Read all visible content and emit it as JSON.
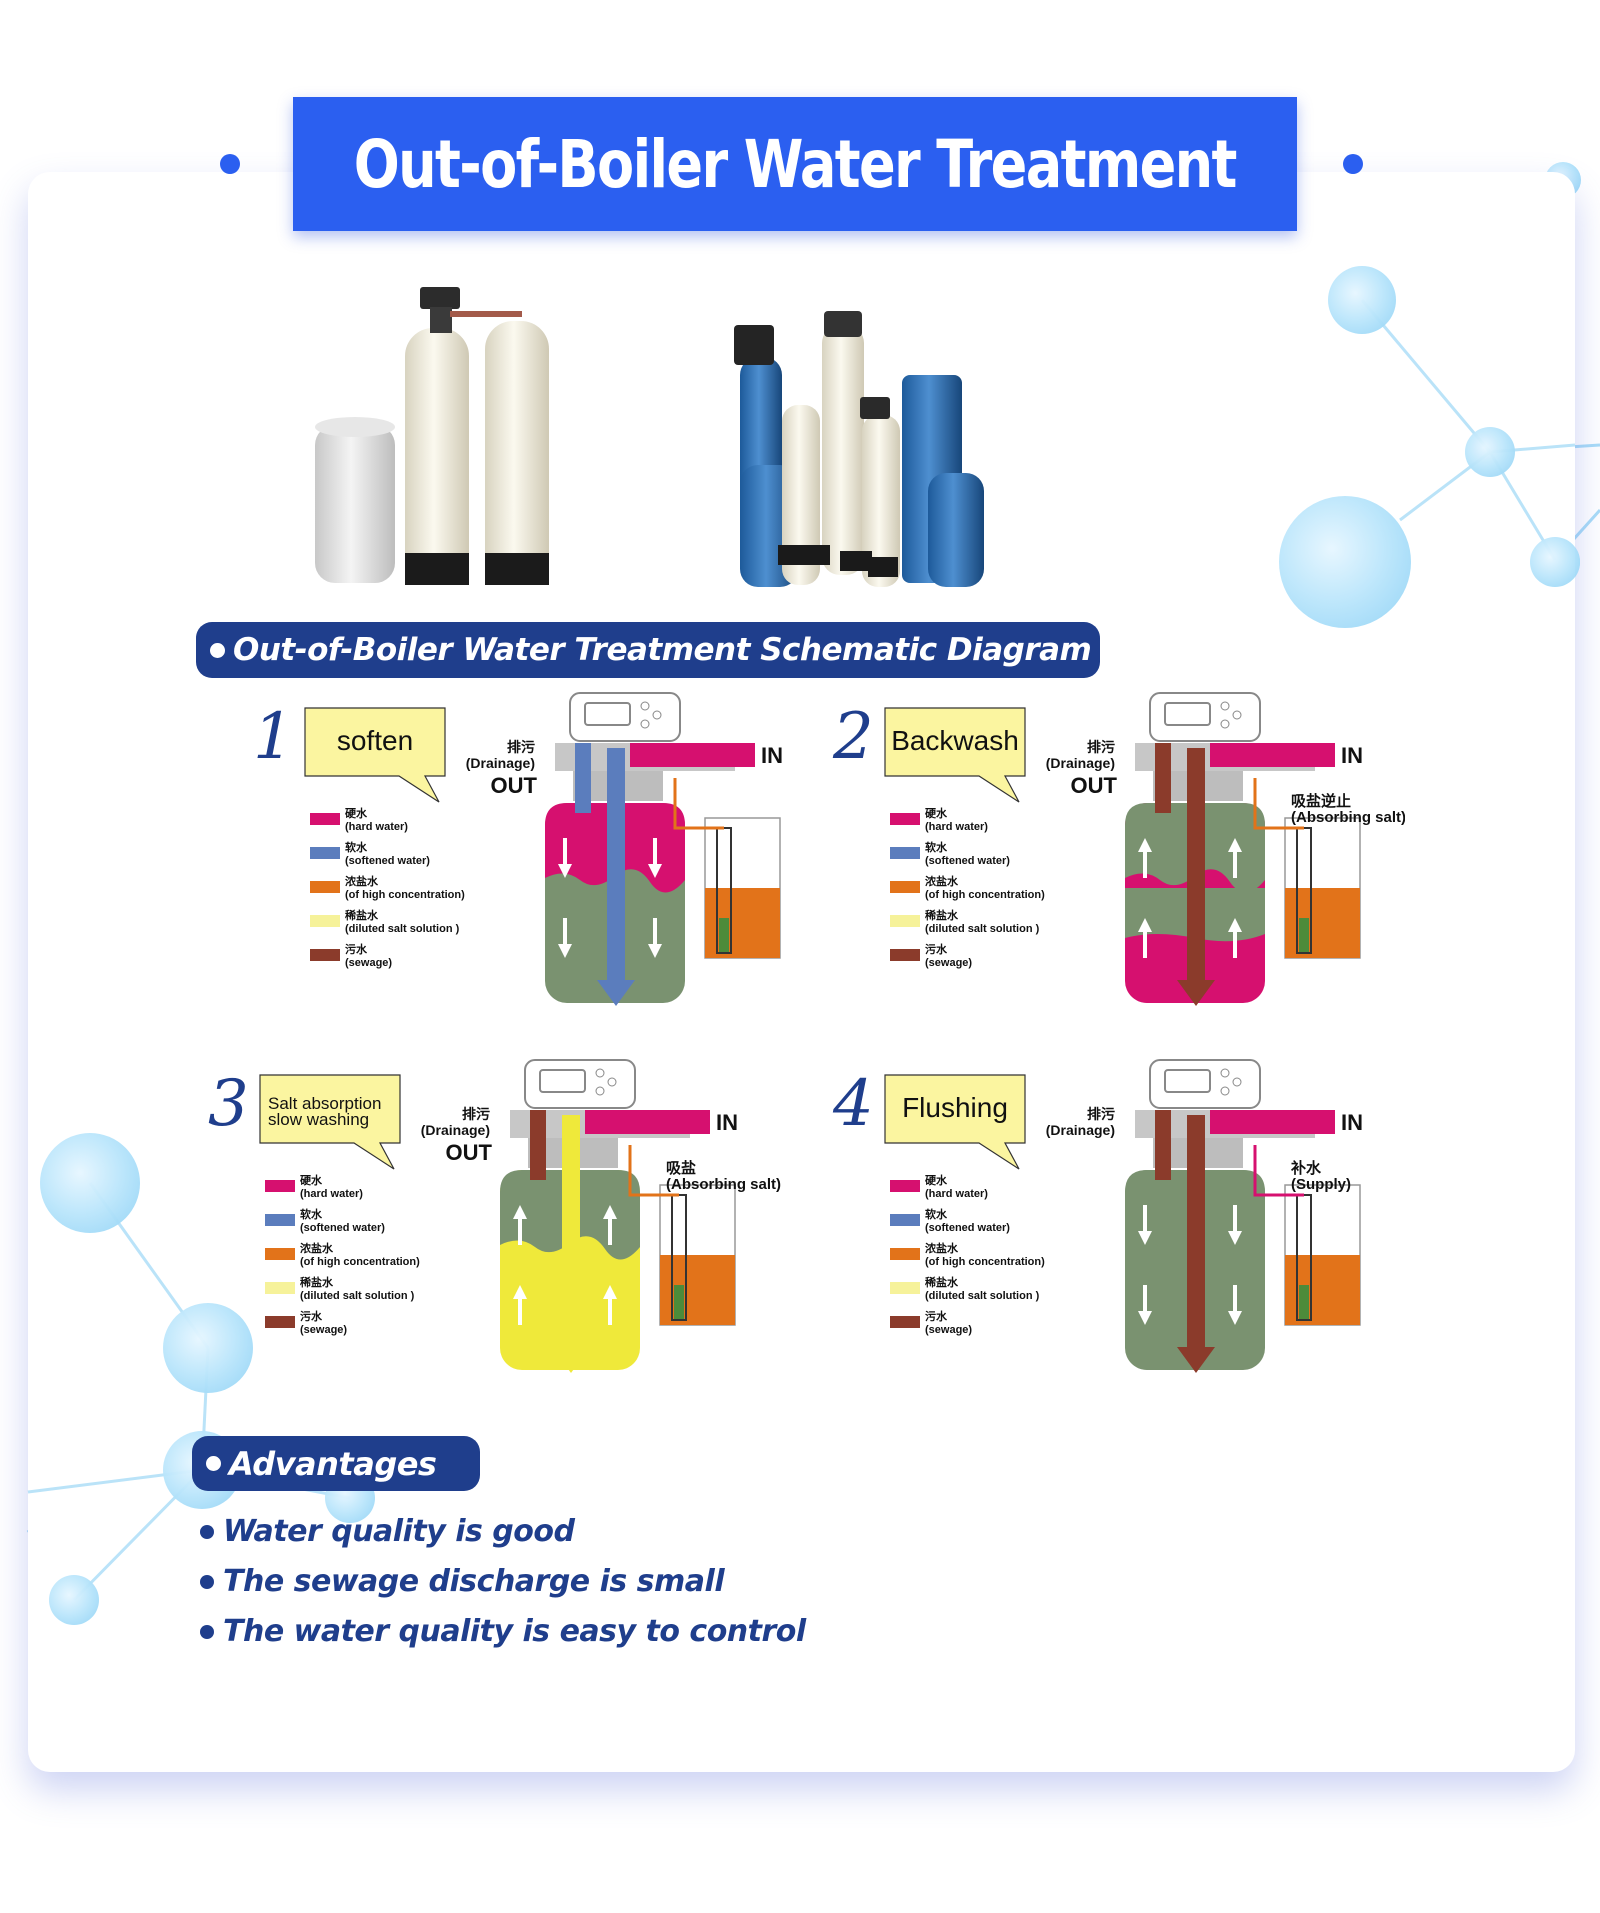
{
  "header": {
    "title": "Out-of-Boiler Water Treatment"
  },
  "schematic": {
    "heading": "Out-of-Boiler Water Treatment Schematic Diagram",
    "legend": [
      {
        "cn": "硬水",
        "en": "(hard water)",
        "color": "#d6106f"
      },
      {
        "cn": "软水",
        "en": "(softened water)",
        "color": "#5b7dbd"
      },
      {
        "cn": "浓盐水",
        "en": "(of high concentration)",
        "color": "#e2731a"
      },
      {
        "cn": "稀盐水",
        "en": "(diluted salt solution )",
        "color": "#f6f29a"
      },
      {
        "cn": "污水",
        "en": "(sewage)",
        "color": "#8b3b2b"
      }
    ],
    "panels": [
      {
        "number": "1",
        "step": "soften",
        "drain_cn": "排污",
        "drain_en": "(Drainage)",
        "in": "IN",
        "out": "OUT",
        "extra": ""
      },
      {
        "number": "2",
        "step": "Backwash",
        "drain_cn": "排污",
        "drain_en": "(Drainage)",
        "in": "IN",
        "out": "OUT",
        "extra_cn": "吸盐逆止",
        "extra_en": "(Absorbing salt)"
      },
      {
        "number": "3",
        "step_line1": "Salt absorption",
        "step_line2": "slow washing",
        "drain_cn": "排污",
        "drain_en": "(Drainage)",
        "in": "IN",
        "out": "OUT",
        "extra_cn": "吸盐",
        "extra_en": "(Absorbing salt)"
      },
      {
        "number": "4",
        "step": "Flushing",
        "drain_cn": "排污",
        "drain_en": "(Drainage)",
        "in": "IN",
        "extra_cn": "补水",
        "extra_en": "(Supply)"
      }
    ]
  },
  "advantages": {
    "heading": "Advantages",
    "items": [
      "Water quality is good",
      "The sewage discharge is small",
      "The water quality is easy to control"
    ]
  },
  "colors": {
    "brand_blue": "#2b5ff0",
    "navy": "#1f3e8c",
    "tank_green": "#7a9270"
  }
}
